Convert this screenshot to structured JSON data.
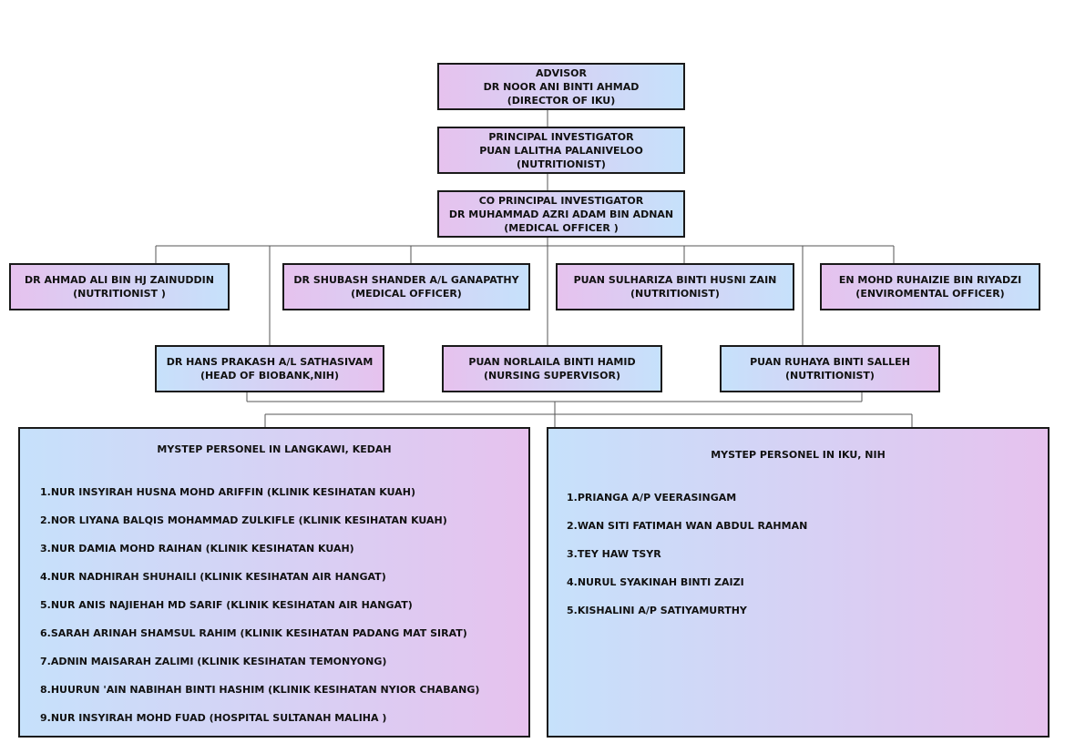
{
  "advisor": {
    "role": "ADVISOR",
    "name": "DR NOOR ANI BINTI AHMAD",
    "position": "(DIRECTOR OF IKU)"
  },
  "principal_investigator": {
    "role": "PRINCIPAL INVESTIGATOR",
    "name": "PUAN LALITHA PALANIVELOO",
    "position": "(NUTRITIONIST)"
  },
  "co_principal_investigator": {
    "role": "CO PRINCIPAL INVESTIGATOR",
    "name": "DR MUHAMMAD AZRI ADAM BIN ADNAN",
    "position": "(MEDICAL OFFICER )"
  },
  "row1": [
    {
      "name": "DR AHMAD ALI BIN HJ ZAINUDDIN",
      "position": "(NUTRITIONIST )"
    },
    {
      "name": "DR SHUBASH SHANDER A/L GANAPATHY",
      "position": "(MEDICAL OFFICER)"
    },
    {
      "name": "PUAN SULHARIZA BINTI HUSNI ZAIN",
      "position": "(NUTRITIONIST)"
    },
    {
      "name": "EN MOHD RUHAIZIE BIN RIYADZI",
      "position": "(ENVIROMENTAL OFFICER)"
    }
  ],
  "row2": [
    {
      "name": "DR HANS PRAKASH A/L SATHASIVAM",
      "position": "(HEAD OF BIOBANK,NIH)"
    },
    {
      "name": "PUAN NORLAILA BINTI HAMID",
      "position": "(NURSING SUPERVISOR)"
    },
    {
      "name": "PUAN RUHAYA BINTI SALLEH",
      "position": "(NUTRITIONIST)"
    }
  ],
  "langkawi": {
    "title": "MYSTEP PERSONEL IN LANGKAWI, KEDAH",
    "items": [
      "1.NUR INSYIRAH HUSNA MOHD ARIFFIN (KLINIK KESIHATAN KUAH)",
      "2.NOR LIYANA BALQIS MOHAMMAD ZULKIFLE (KLINIK KESIHATAN KUAH)",
      "3.NUR DAMIA MOHD RAIHAN (KLINIK KESIHATAN KUAH)",
      "4.NUR NADHIRAH SHUHAILI (KLINIK KESIHATAN AIR HANGAT)",
      "5.NUR ANIS NAJIEHAH MD SARIF (KLINIK KESIHATAN AIR HANGAT)",
      "6.SARAH ARINAH SHAMSUL RAHIM (KLINIK KESIHATAN PADANG MAT SIRAT)",
      "7.ADNIN MAISARAH ZALIMI (KLINIK KESIHATAN TEMONYONG)",
      "8.HUURUN 'AIN NABIHAH BINTI  HASHIM (KLINIK KESIHATAN NYIOR CHABANG)",
      "9.NUR INSYIRAH MOHD FUAD (HOSPITAL SULTANAH MALIHA )"
    ]
  },
  "iku": {
    "title": "MYSTEP PERSONEL IN IKU, NIH",
    "items": [
      "1.PRIANGA A/P VEERASINGAM",
      "2.WAN SITI FATIMAH WAN ABDUL RAHMAN",
      "3.TEY HAW TSYR",
      "4.NURUL SYAKINAH BINTI ZAIZI",
      "5.KISHALINI A/P SATIYAMURTHY"
    ]
  },
  "colors": {
    "pink": "#e6c2ee",
    "blue": "#c6e1fb",
    "border": "#1a1a1a",
    "connector": "#555555"
  }
}
